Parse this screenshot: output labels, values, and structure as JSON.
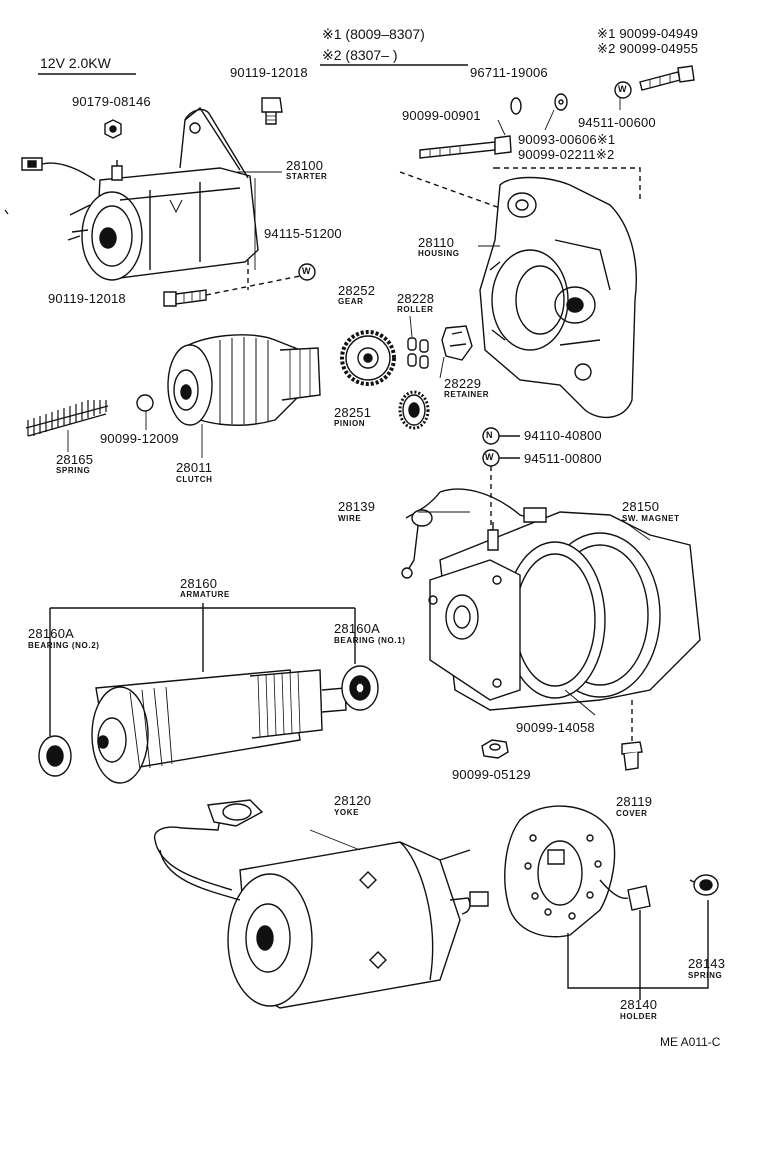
{
  "header": {
    "model": "12V 2.0KW",
    "note1": "※1 (8009–8307)",
    "note2": "※2 (8307–          )"
  },
  "parts": {
    "p90119_12018_top": {
      "num": "90119-12018"
    },
    "p90179_08146": {
      "num": "90179-08146"
    },
    "p28100": {
      "num": "28100",
      "name": "STARTER"
    },
    "p94115_51200": {
      "num": "94115-51200"
    },
    "p90119_12018_bot": {
      "num": "90119-12018"
    },
    "p96711_19006": {
      "num": "96711-19006"
    },
    "p90099_00901": {
      "num": "90099-00901"
    },
    "p90099_04949": {
      "num": "※1 90099-04949"
    },
    "p90099_04955": {
      "num": "※2 90099-04955"
    },
    "p94511_00600": {
      "num": "94511-00600"
    },
    "p90093_00606": {
      "num": "90093-00606※1"
    },
    "p90099_02211": {
      "num": "90099-02211※2"
    },
    "p28110": {
      "num": "28110",
      "name": "HOUSING"
    },
    "p28252": {
      "num": "28252",
      "name": "GEAR"
    },
    "p28228": {
      "num": "28228",
      "name": "ROLLER"
    },
    "p28229": {
      "num": "28229",
      "name": "RETAINER"
    },
    "p28251": {
      "num": "28251",
      "name": "PINION"
    },
    "p28165": {
      "num": "28165",
      "name": "SPRING"
    },
    "p90099_12009": {
      "num": "90099-12009"
    },
    "p28011": {
      "num": "28011",
      "name": "CLUTCH"
    },
    "p94110_40800": {
      "num": "94110-40800"
    },
    "p94511_00800": {
      "num": "94511-00800"
    },
    "p28139": {
      "num": "28139",
      "name": "WIRE"
    },
    "p28150": {
      "num": "28150",
      "name": "SW.  MAGNET"
    },
    "p28160": {
      "num": "28160",
      "name": "ARMATURE"
    },
    "p28160A_2": {
      "num": "28160A",
      "name": "BEARING (NO.2)"
    },
    "p28160A_1": {
      "num": "28160A",
      "name": "BEARING (NO.1)"
    },
    "p90099_14058": {
      "num": "90099-14058"
    },
    "p90099_05129": {
      "num": "90099-05129"
    },
    "p28119": {
      "num": "28119",
      "name": "COVER"
    },
    "p28120": {
      "num": "28120",
      "name": "YOKE"
    },
    "p28143": {
      "num": "28143",
      "name": "SPRING"
    },
    "p28140": {
      "num": "28140",
      "name": "HOLDER"
    }
  },
  "markers": {
    "w": "W",
    "n": "N"
  },
  "footer": {
    "ref": "ME A011-C"
  }
}
